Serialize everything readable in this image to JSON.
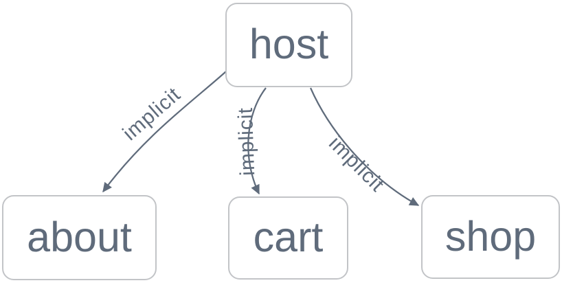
{
  "diagram": {
    "type": "dependency-graph",
    "nodes": [
      {
        "id": "host",
        "label": "host"
      },
      {
        "id": "about",
        "label": "about"
      },
      {
        "id": "cart",
        "label": "cart"
      },
      {
        "id": "shop",
        "label": "shop"
      }
    ],
    "edges": [
      {
        "from": "host",
        "to": "about",
        "label": "implicit",
        "direction": "host->about"
      },
      {
        "from": "host",
        "to": "cart",
        "label": "implicit",
        "direction": "host->cart"
      },
      {
        "from": "host",
        "to": "shop",
        "label": "implicit",
        "direction": "host->shop"
      }
    ],
    "colors": {
      "edge": "#5f6b7b",
      "node_text": "#5f6b7b",
      "node_border": "#c2c4c7",
      "node_bg": "#ffffff",
      "canvas_bg": "#ffffff"
    }
  }
}
